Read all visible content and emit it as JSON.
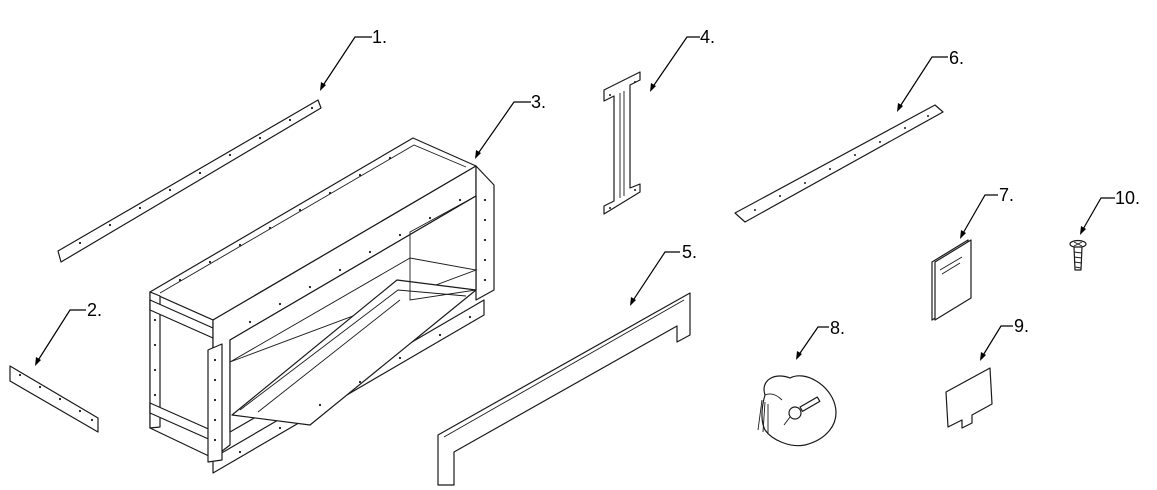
{
  "callouts": {
    "c1": "1.",
    "c2": "2.",
    "c3": "3.",
    "c4": "4.",
    "c5": "5.",
    "c6": "6.",
    "c7": "7.",
    "c8": "8.",
    "c9": "9.",
    "c10": "10."
  },
  "colors": {
    "line": "#1a1a1a",
    "background": "#ffffff"
  }
}
